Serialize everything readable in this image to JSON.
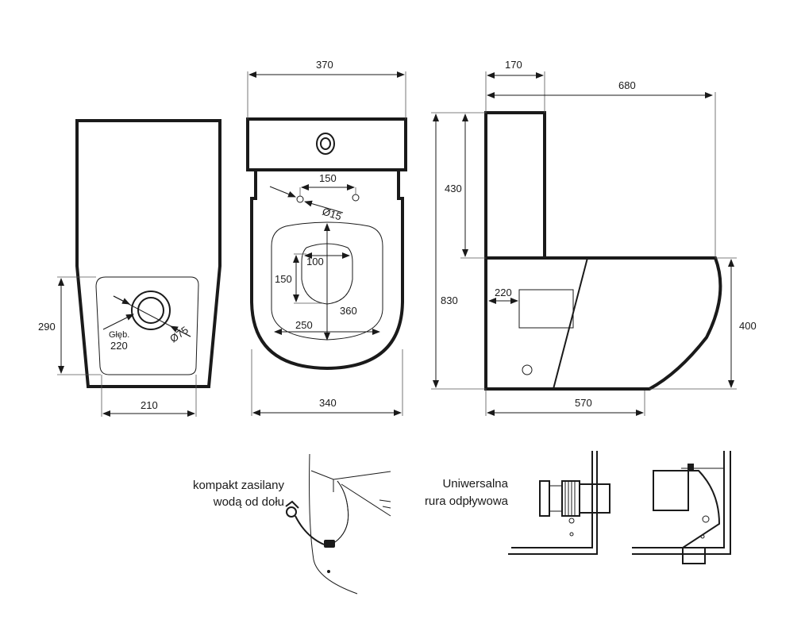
{
  "colors": {
    "line": "#1a1a1a",
    "background": "#ffffff",
    "shade": "#9a9a9a"
  },
  "dims": {
    "d370": "370",
    "d170": "170",
    "d680": "680",
    "d150_top": "150",
    "d15": "Ø15",
    "d430": "430",
    "d100": "100",
    "d150_left": "150",
    "d360": "360",
    "d250": "250",
    "d830": "830",
    "d220_side": "220",
    "d400": "400",
    "d290": "290",
    "d75": "Ø75",
    "glab": "Głęb.",
    "g220": "220",
    "d210": "210",
    "d340": "340",
    "d570": "570"
  },
  "captions": {
    "supply_line1": "kompakt zasilany",
    "supply_line2": "wodą od dołu",
    "outlet_line1": "Uniwersalna",
    "outlet_line2": "rura odpływowa"
  }
}
